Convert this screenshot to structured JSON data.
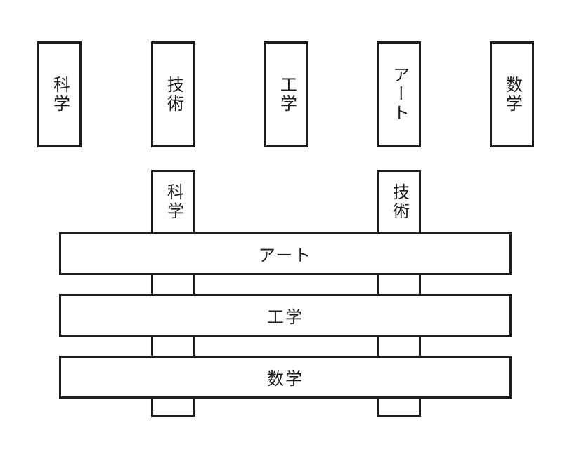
{
  "diagram": {
    "description": "STEAM weave diagram: five discipline boxes on top, two vertical strips interlaced behind three horizontal bars below",
    "colors": {
      "background": "#ffffff",
      "line": "#1d1d1b",
      "text": "#1a1a1a"
    },
    "top_row": {
      "items": [
        {
          "id": "science",
          "label": "科学"
        },
        {
          "id": "technology",
          "label": "技術"
        },
        {
          "id": "engineering",
          "label": "工学"
        },
        {
          "id": "arts",
          "label": "アート"
        },
        {
          "id": "mathematics",
          "label": "数学"
        }
      ]
    },
    "weave": {
      "vertical_strips": [
        {
          "id": "science",
          "label": "科学"
        },
        {
          "id": "technology",
          "label": "技術"
        }
      ],
      "horizontal_bars": [
        {
          "id": "arts",
          "label": "アート"
        },
        {
          "id": "engineering",
          "label": "工学"
        },
        {
          "id": "mathematics",
          "label": "数学"
        }
      ]
    }
  }
}
